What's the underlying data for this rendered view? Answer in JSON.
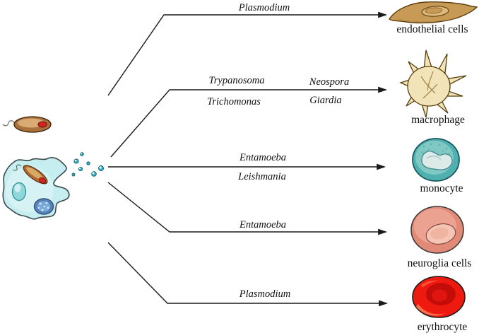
{
  "figure": {
    "background_color": "#ffffff"
  },
  "pathways": [
    {
      "above": [
        "Plasmodium"
      ],
      "below": [],
      "target": "endothelial cells"
    },
    {
      "above": [
        "Trypanosoma",
        "Neospora"
      ],
      "below": [
        "Trichomonas",
        "Giardia"
      ],
      "target": "macrophage"
    },
    {
      "above": [
        "Entamoeba"
      ],
      "below": [
        "Leishmania"
      ],
      "target": "monocyte"
    },
    {
      "above": [
        "Entamoeba"
      ],
      "below": [],
      "target": "neuroglia cells"
    },
    {
      "above": [
        "Plasmodium"
      ],
      "below": [],
      "target": "erythrocyte"
    }
  ],
  "colors": {
    "line": "#1a1a1a",
    "text": "#111111",
    "source_cell_fill": "#c6eef1",
    "droplet_fill": "#2ab7c9",
    "parasite_body": "#a9713c",
    "parasite_nucleus": "#d42420",
    "endothelial_fill": "#c79a55",
    "macrophage_fill": "#f2e3b8",
    "monocyte_fill": "#4fb0af",
    "neuroglia_fill": "#e18a78",
    "erythrocyte_fill": "#ee1a10"
  }
}
